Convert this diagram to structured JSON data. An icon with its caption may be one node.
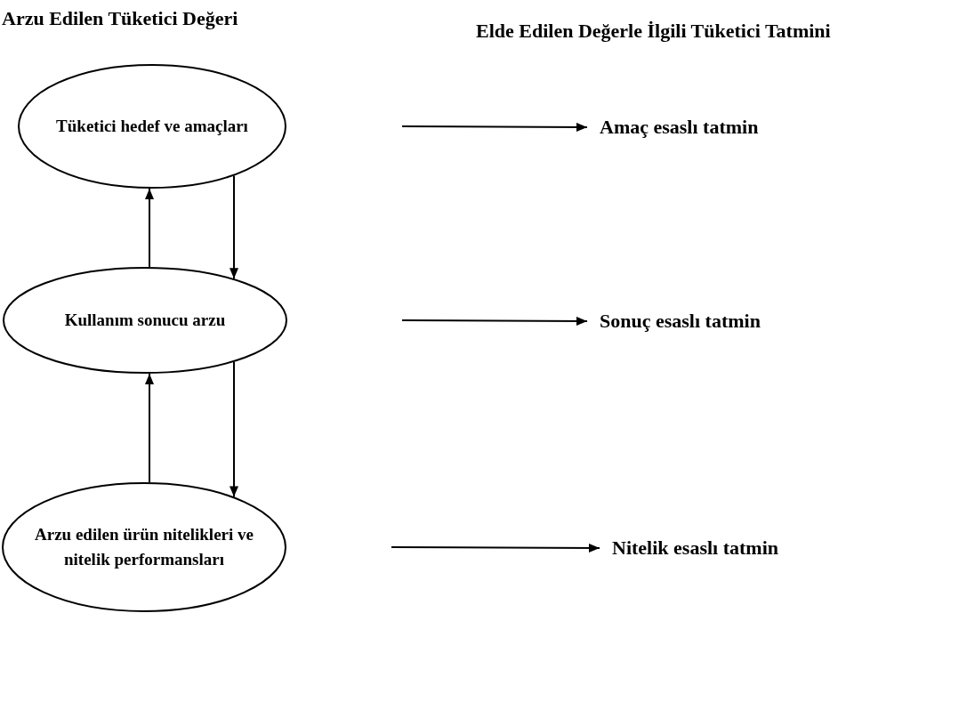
{
  "diagram": {
    "nodes": [
      {
        "text": [
          "Tüketici hedef ve amaçları"
        ]
      },
      {
        "text": [
          "Kullanım sonucu arzu"
        ]
      },
      {
        "text": [
          "Arzu edilen ürün nitelikleri ve nitelik performansları"
        ]
      },
      {
        "text": [
          "Amaç esaslı tatmin"
        ]
      },
      {
        "text": [
          "Sonuç esaslı tatmin"
        ]
      },
      {
        "text": [
          "Nitelik esaslı tatmin"
        ]
      }
    ],
    "edges": [
      {
        "from": 1,
        "to": 0,
        "arrow": "to"
      },
      {
        "from": 0,
        "to": 1,
        "arrow": "to"
      },
      {
        "from": 2,
        "to": 1,
        "arrow": "to"
      },
      {
        "from": 1,
        "to": 2,
        "arrow": "to"
      },
      {
        "from": null,
        "to": 3,
        "arrow": "to"
      },
      {
        "from": null,
        "to": 4,
        "arrow": "to"
      },
      {
        "from": null,
        "to": 5,
        "arrow": "to"
      }
    ],
    "labels": [
      "Arzu Edilen Tüketici Değeri",
      "Elde Edilen Değerle İlgili Tüketici Tatmini"
    ]
  }
}
